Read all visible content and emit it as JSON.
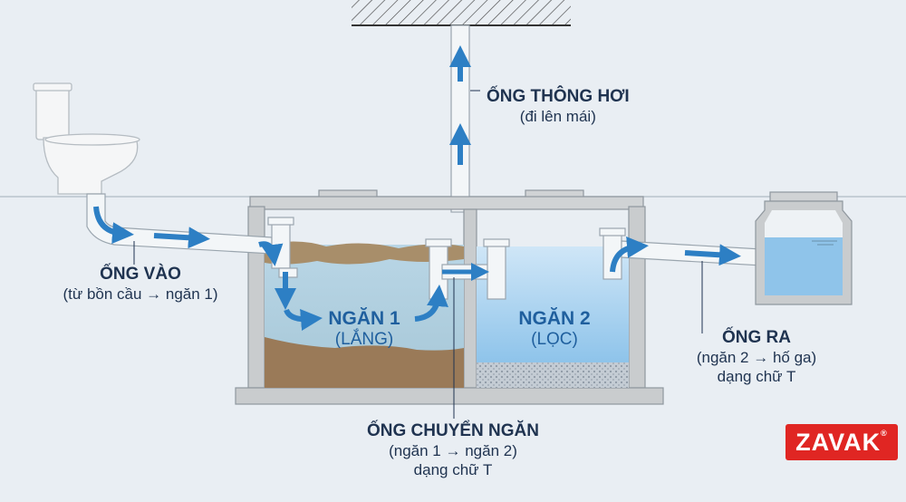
{
  "vent": {
    "title": "ỐNG THÔNG HƠI",
    "sub": "(đi lên mái)"
  },
  "inlet": {
    "title": "ỐNG VÀO",
    "sub": "(từ bồn cầu → ngăn 1)"
  },
  "outlet": {
    "title": "ỐNG RA",
    "sub1": "(ngăn 2 → hố ga)",
    "sub2": "dạng chữ T"
  },
  "transfer": {
    "title": "ỐNG CHUYỂN NGĂN",
    "sub1": "(ngăn 1 → ngăn 2)",
    "sub2": "dạng chữ T"
  },
  "chamber1": {
    "title": "NGĂN 1",
    "sub": "(LẮNG)"
  },
  "chamber2": {
    "title": "NGĂN 2",
    "sub": "(LỌC)"
  },
  "brand": {
    "name": "ZAVAK",
    "mark": "®"
  },
  "colors": {
    "concrete": "#c9ccce",
    "water": "#a9d2ef",
    "sludge": "#9a7a58",
    "arrow": "#2d7fc4",
    "text": "#1f3350",
    "brand": "#e02623"
  }
}
